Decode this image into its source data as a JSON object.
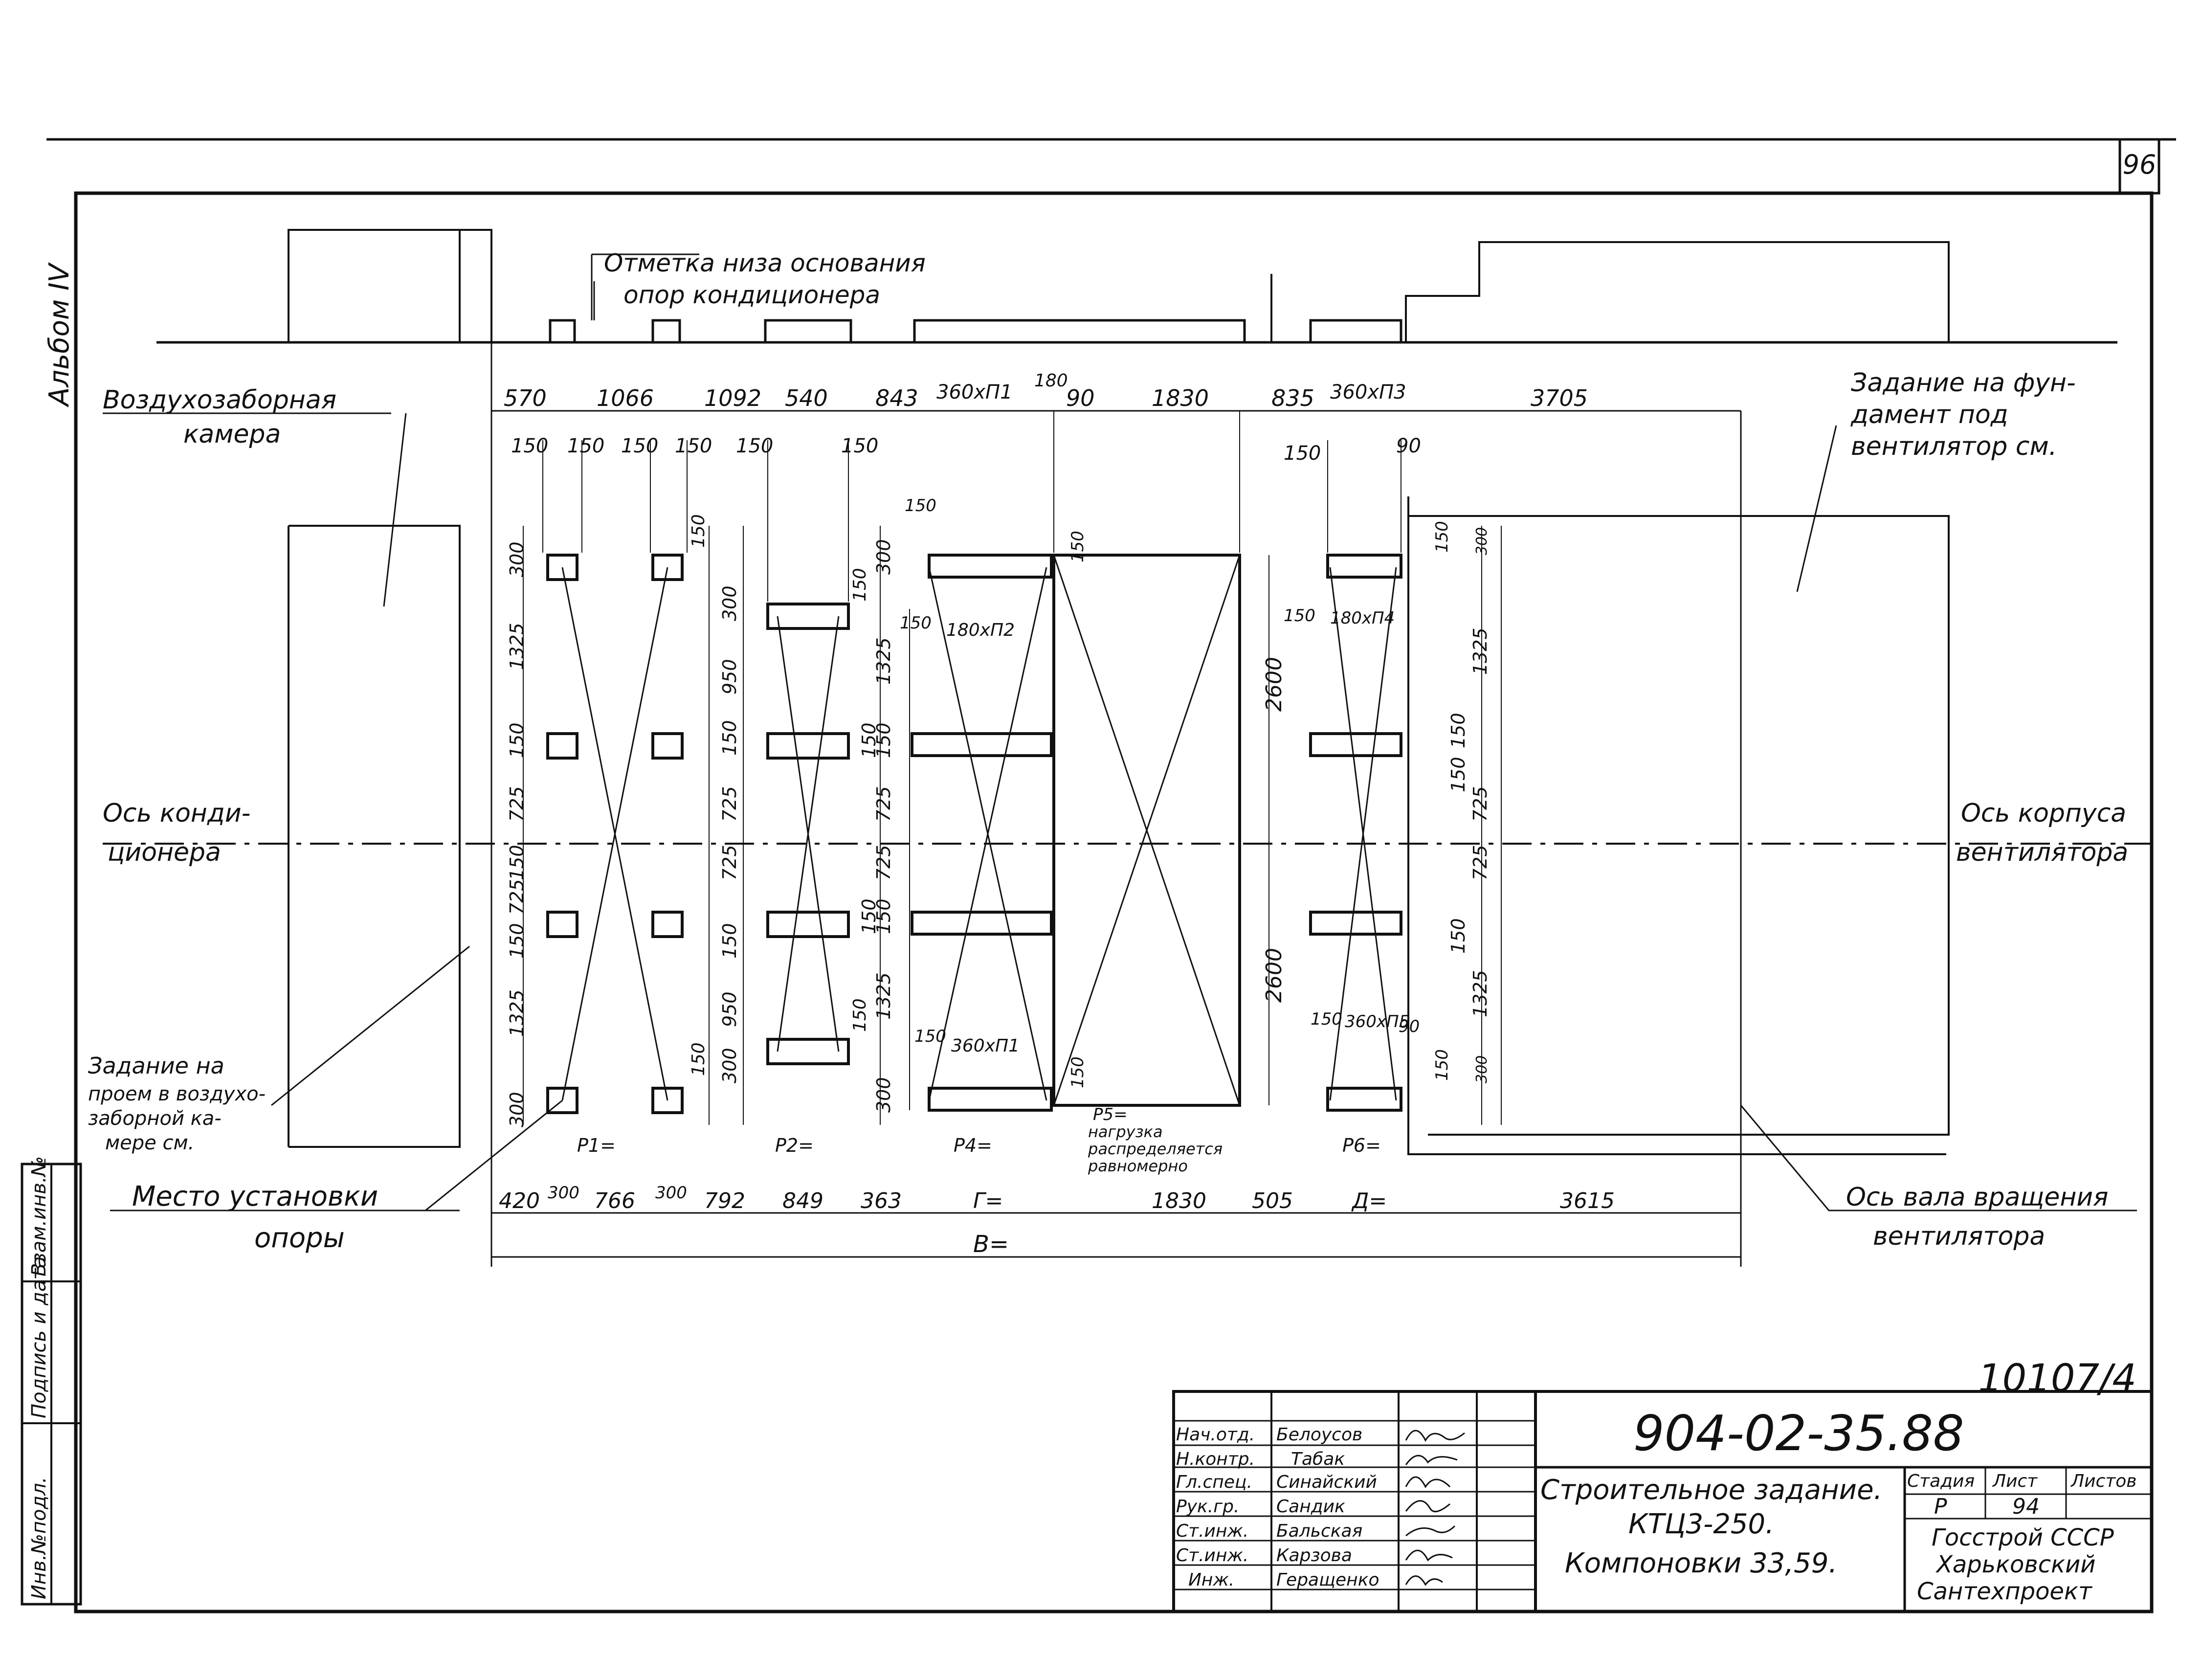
{
  "sheet": {
    "page_number": "96",
    "album": "Альбом IV",
    "doc_number": "10107/4"
  },
  "annotations": {
    "base_mark_line1": "Отметка низа основания",
    "base_mark_line2": "опор кондиционера",
    "intake_line1": "Воздухозаборная",
    "intake_line2": "камера",
    "fan_task_line1": "Задание на фун-",
    "fan_task_line2": "дамент под",
    "fan_task_line3": "вентилятор см.",
    "axis_cond_line1": "Ось конди-",
    "axis_cond_line2": "ционера",
    "axis_fan_line1": "Ось корпуса",
    "axis_fan_line2": "вентилятора",
    "opening_line1": "Задание на",
    "opening_line2": "проем в воздухо-",
    "opening_line3": "заборной ка-",
    "opening_line4": "мере см.",
    "support_line1": "Место установки",
    "support_line2": "опоры",
    "shaft_line1": "Ось вала вращения",
    "shaft_line2": "вентилятора",
    "p5_line1": "P5=",
    "p5_line2": "нагрузка",
    "p5_line3": "распределяется",
    "p5_line4": "равномерно"
  },
  "loads": {
    "p1": "P1=",
    "p2": "P2=",
    "p4": "P4=",
    "p6": "P6="
  },
  "dims_top": [
    "570",
    "1066",
    "1092",
    "540",
    "843",
    "360хП1",
    "180",
    "90",
    "1830",
    "835",
    "360хП3",
    "3705"
  ],
  "dims_top2": [
    "150",
    "150",
    "150",
    "150",
    "150",
    "150",
    "150",
    "90"
  ],
  "dims_bottom": [
    "420",
    "300",
    "766",
    "300",
    "792",
    "849",
    "363",
    "Г=",
    "1830",
    "505",
    "Д=",
    "3615"
  ],
  "dim_total": "В=",
  "dims_inner": [
    "180хП2",
    "180хП4",
    "360хП1",
    "360хП5",
    "150",
    "150",
    "150",
    "150",
    "150",
    "90"
  ],
  "dims_vertical": {
    "col1": [
      "300",
      "1325",
      "150",
      "725",
      "150",
      "725",
      "150",
      "1325",
      "300"
    ],
    "col2": [
      "150",
      "150"
    ],
    "col3": [
      "300",
      "950",
      "150",
      "725",
      "725",
      "150",
      "950",
      "300"
    ],
    "col3b": [
      "150",
      "150"
    ],
    "col4": [
      "300",
      "1325",
      "150",
      "150",
      "725",
      "725",
      "150",
      "150",
      "1325",
      "300"
    ],
    "col4b": [
      "150",
      "150"
    ],
    "col5": [
      "2600",
      "2600"
    ],
    "col6": [
      "150",
      "300",
      "1325",
      "150",
      "150",
      "725",
      "725",
      "150",
      "1325",
      "150",
      "300"
    ]
  },
  "stamp": {
    "doc_code": "904-02-35.88",
    "roles": [
      "Нач.отд.",
      "Н.контр.",
      "Гл.спец.",
      "Рук.гр.",
      "Ст.инж.",
      "Ст.инж.",
      "Инж."
    ],
    "names": [
      "Белоусов",
      "Табак",
      "Синайский",
      "Сандик",
      "Бальская",
      "Карзова",
      "Геращенко"
    ],
    "title_line1": "Строительное задание.",
    "title_line2": "КТЦ3-250.",
    "title_line3": "Компоновки 33,59.",
    "stage_label": "Стадия",
    "sheet_label": "Лист",
    "sheets_label": "Листов",
    "stage_value": "Р",
    "sheet_value": "94",
    "org_line1": "Госстрой СССР",
    "org_line2": "Харьковский",
    "org_line3": "Сантехпроект"
  },
  "side_stamp": [
    "Инв.№подл.",
    "Подпись и дата",
    "Взам.инв.№"
  ]
}
